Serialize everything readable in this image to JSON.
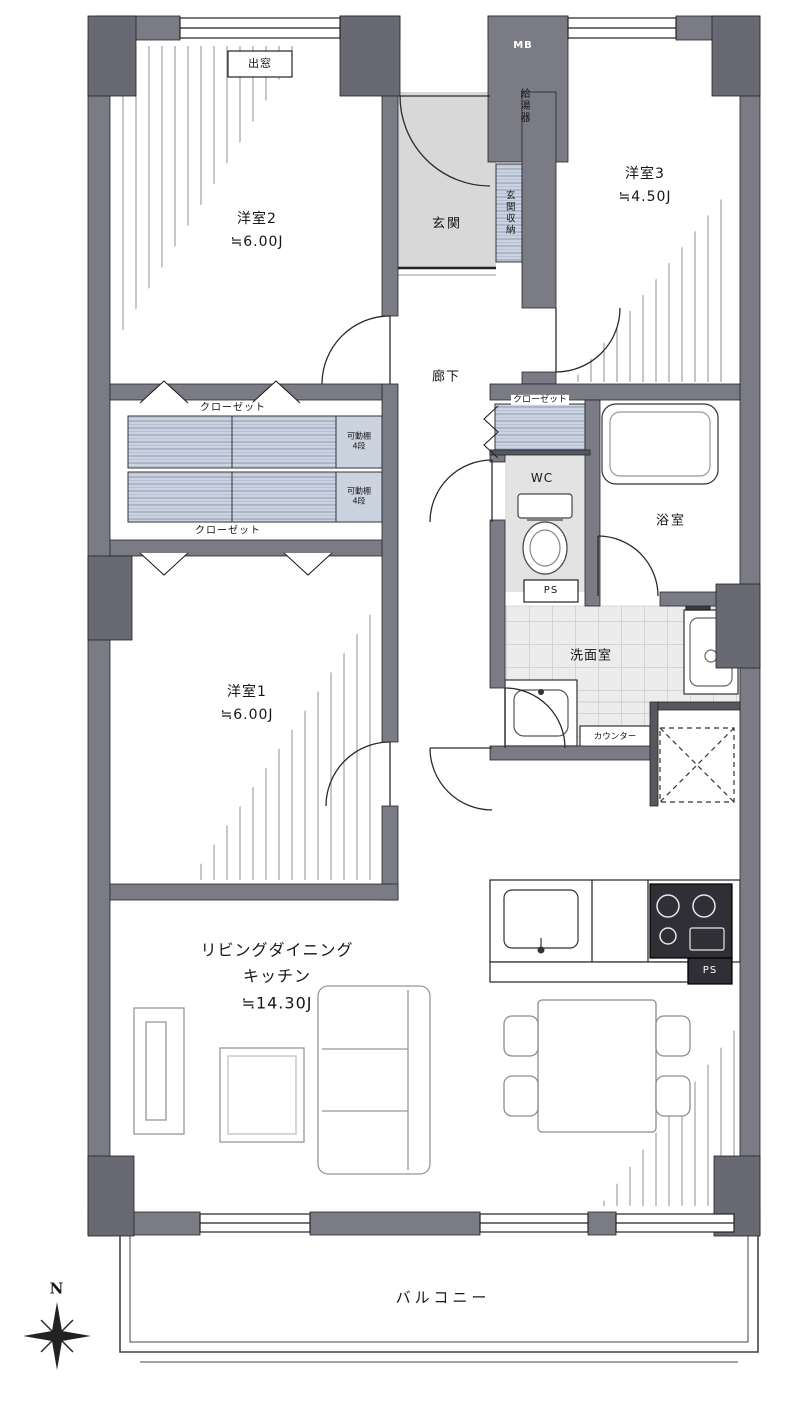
{
  "plan": {
    "rooms": {
      "western_room_1": "洋室1\n≒6.00J",
      "western_room_2": "洋室2\n≒6.00J",
      "western_room_3": "洋室3\n≒4.50J",
      "ldk": "リビングダイニング\nキッチン\n≒14.30J",
      "entrance": "玄関",
      "corridor": "廊下",
      "toilet": "WC",
      "bathroom": "浴室",
      "washroom": "洗面室",
      "balcony": "バルコニー"
    },
    "storage": {
      "closet_upper": "クローゼット",
      "closet_lower": "クローゼット",
      "closet_hall": "クローゼット",
      "movable_shelf_upper": "可動棚\n4段",
      "movable_shelf_lower": "可動棚\n4段",
      "entrance_storage": "玄関収納"
    },
    "fixtures": {
      "meter_box": "MB",
      "water_heater": "給湯器",
      "pipe_space_wc": "PS",
      "pipe_space_kitchen": "PS",
      "counter": "カウンター",
      "bay_window": "出窓"
    },
    "compass": {
      "north": "N"
    },
    "colors": {
      "wall": "#7b7b86",
      "pillar": "#696974",
      "closet_fill": "#cbd3e1",
      "entrance_tile": "#d8d8d8"
    }
  }
}
